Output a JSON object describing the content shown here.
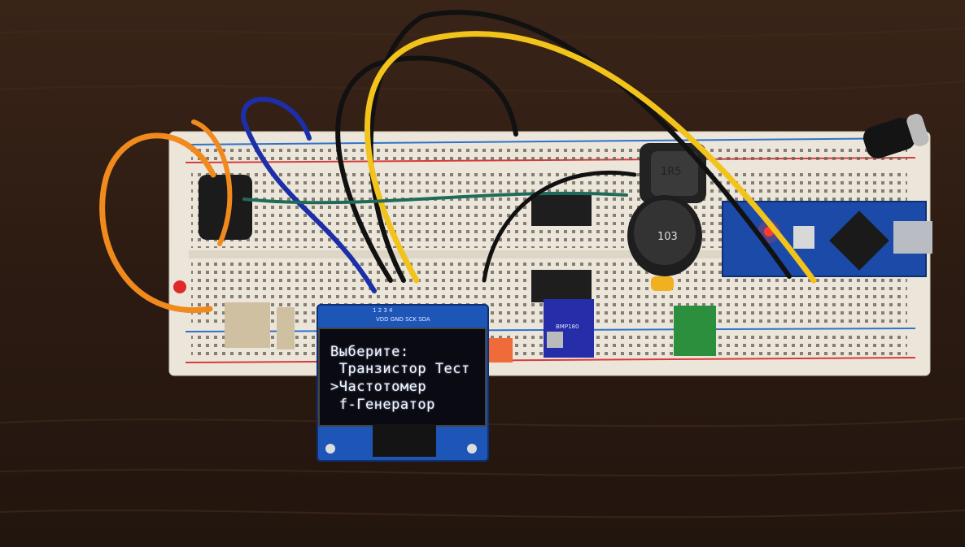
{
  "oled": {
    "line1": "Выберите:",
    "line2": " Транзистор Тест",
    "line3": ">Частотомер",
    "line4": " f-Генератор",
    "header_pins": "1  2  3  4",
    "pin_labels": "VDD GND SCK SDA"
  },
  "sensor": {
    "label": "BMP180"
  },
  "inductor_small": {
    "label": "1R5"
  },
  "inductor_big": {
    "label": "103"
  },
  "colors": {
    "wood": "#2a1a12",
    "breadboard": "#ece6da",
    "arduino": "#1b4aa8",
    "oled_board": "#1e56b8",
    "wire_yellow": "#f2c31a",
    "wire_orange": "#f08a1c",
    "wire_blue": "#1d2fa8",
    "wire_black": "#111111",
    "wire_green": "#1f6b5a"
  }
}
